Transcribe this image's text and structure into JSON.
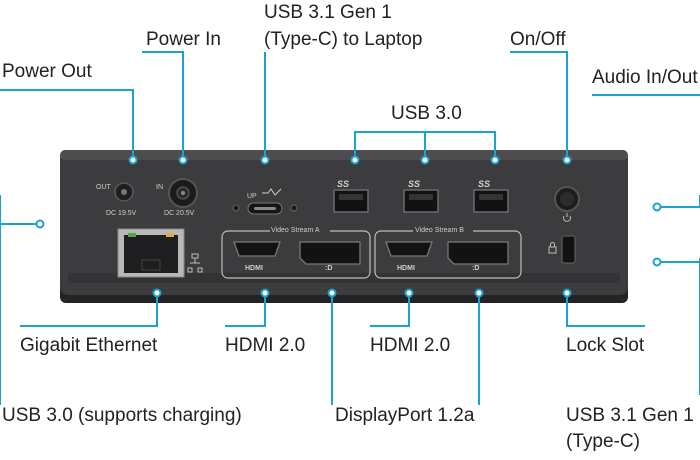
{
  "labels": {
    "power_in": "Power In",
    "usb_c_laptop_l1": "USB 3.1 Gen 1",
    "usb_c_laptop_l2": "(Type-C) to Laptop",
    "on_off": "On/Off",
    "power_out": "Power Out",
    "audio": "Audio In/Out",
    "usb30": "USB 3.0",
    "gigabit": "Gigabit Ethernet",
    "hdmi_a": "HDMI 2.0",
    "hdmi_b": "HDMI 2.0",
    "lock": "Lock Slot",
    "usb30_charging": "USB 3.0 (supports charging)",
    "displayport": "DisplayPort 1.2a",
    "usb_c_l1": "USB 3.1 Gen 1",
    "usb_c_l2": "(Type-C)"
  },
  "device": {
    "out_label": "OUT",
    "out_spec": "DC 19.5V",
    "in_label": "IN",
    "in_spec": "DC 20.5V",
    "up_label": "UP",
    "usb_logo": "SS",
    "stream_a": "Video Stream A",
    "stream_b": "Video Stream B",
    "hdmi_logo": "HDMI",
    "dp_logo": ":D"
  },
  "colors": {
    "leader": "#1aa3cf",
    "body": "#3a3a3c",
    "panel": "#2b2b2d"
  }
}
